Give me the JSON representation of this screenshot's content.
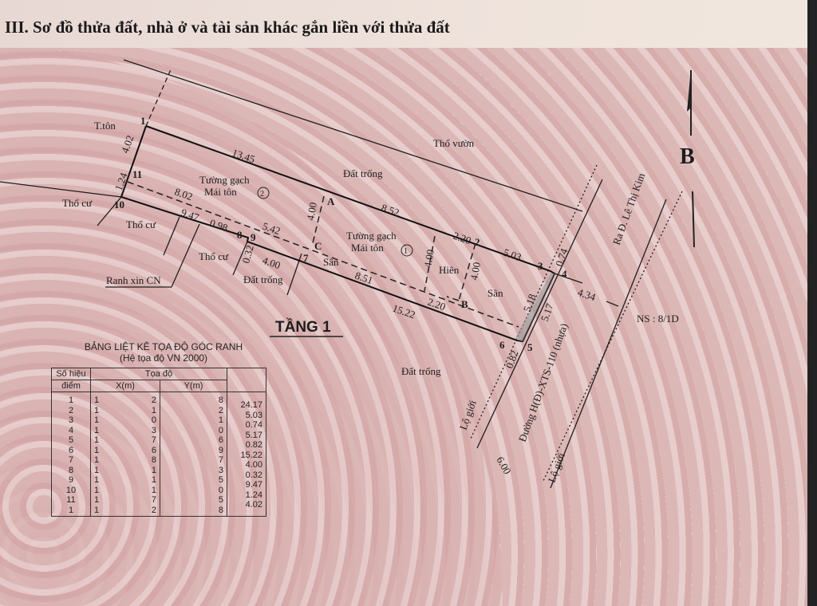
{
  "title": "III. Sơ đồ thửa đất, nhà ở và tài sản khác gắn liền với thửa đất",
  "floor_label": "TẦNG 1",
  "north_label": "B",
  "points": {
    "p1": "1",
    "p2": "2",
    "p3": "3",
    "p4": "4",
    "p5": "5",
    "p6": "6",
    "p7": "7",
    "p8": "8",
    "p9": "9",
    "p10": "10",
    "p11": "11",
    "pA": "A",
    "pB": "B",
    "pC": "C"
  },
  "dimensions": {
    "d13_45": "13.45",
    "d4_02": "4.02",
    "d1_24": "1.24",
    "d8_02": "8.02",
    "d9_47": "9.47",
    "d0_98": "0.98",
    "d5_42": "5.42",
    "d0_32": "0.32",
    "d4_00a": "4.00",
    "d4_00b": "4.00",
    "d4_00c": "4.00",
    "d4_00d": "4.00",
    "d8_52": "8.52",
    "d2_20a": "2.20",
    "d5_03": "5.03",
    "d0_74": "0.74",
    "d8_51": "8.51",
    "d2_20b": "2.20",
    "d15_22": "15.22",
    "d5_18": "5.18",
    "d5_17": "5.17",
    "d4_34": "4.34",
    "d0_82": "0.82",
    "d6_00": "6.00"
  },
  "labels": {
    "t_ton": "T.tôn",
    "tho_vuon": "Thổ vườn",
    "dat_trong_top": "Đất trống",
    "tho_cu_left": "Thổ cư",
    "tho_cu_2": "Thổ cư",
    "tho_cu_3": "Thổ cư",
    "ranh_xin": "Ranh xin CN",
    "dat_trong_mid": "Đất trống",
    "dat_trong_bottom": "Đất trống",
    "tuong_gach_2": "Tường gạch",
    "mai_ton_2": "Mái tôn",
    "num_2": "2",
    "tuong_gach_1": "Tường gạch",
    "mai_ton_1": "Mái tôn",
    "num_1": "1",
    "san_1": "Sân",
    "san_2": "Sân",
    "hien": "Hiên",
    "road": "Đường H(Đ)-XTS-110 (nhựa)",
    "ra_duong": "Ra Đ. Lê Thị Kim",
    "ns": "NS : 8/1D",
    "lo_gioi_1": "Lộ giới",
    "lo_gioi_2": "Lộ giới"
  },
  "table": {
    "title": "BẢNG LIỆT KÊ TỌA ĐỘ GÓC RANH",
    "subtitle": "(Hệ tọa độ VN 2000)",
    "h_point": "Số hiệu",
    "h_point2": "điểm",
    "h_coord": "Tọa độ",
    "h_x": "X(m)",
    "h_y": "Y(m)",
    "rows": [
      {
        "id": "1",
        "x1": "1",
        "x2": "2",
        "y": "8",
        "len": "24.17"
      },
      {
        "id": "2",
        "x1": "1",
        "x2": "1",
        "y": "2",
        "len": "5.03"
      },
      {
        "id": "3",
        "x1": "1",
        "x2": "0",
        "y": "1",
        "len": "0.74"
      },
      {
        "id": "4",
        "x1": "1",
        "x2": "3",
        "y": "0",
        "len": "5.17"
      },
      {
        "id": "5",
        "x1": "1",
        "x2": "7",
        "y": "6",
        "len": "0.82"
      },
      {
        "id": "6",
        "x1": "1",
        "x2": "6",
        "y": "9",
        "len": "15.22"
      },
      {
        "id": "7",
        "x1": "1",
        "x2": "8",
        "y": "7",
        "len": "4.00"
      },
      {
        "id": "8",
        "x1": "1",
        "x2": "1",
        "y": "3",
        "len": "0.32"
      },
      {
        "id": "9",
        "x1": "1",
        "x2": "1",
        "y": "5",
        "len": "9.47"
      },
      {
        "id": "10",
        "x1": "1",
        "x2": "1",
        "y": "0",
        "len": "1.24"
      },
      {
        "id": "11",
        "x1": "1",
        "x2": "7",
        "y": "5",
        "len": "4.02"
      },
      {
        "id": "1",
        "x1": "1",
        "x2": "2",
        "y": "8",
        "len": ""
      }
    ]
  }
}
